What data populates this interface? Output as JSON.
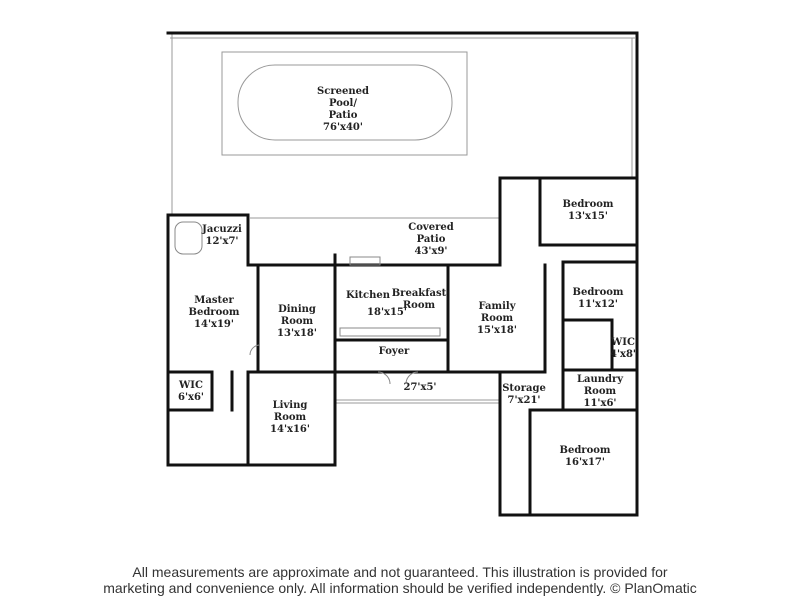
{
  "rooms": {
    "pool": {
      "name": "Screened Pool/ Patio",
      "line1": "Screened",
      "line2": "Pool/",
      "line3": "Patio",
      "size": "76'x40'"
    },
    "jacuzzi": {
      "name": "Jacuzzi",
      "size": "12'x7'"
    },
    "covered_patio": {
      "line1": "Covered",
      "line2": "Patio",
      "size": "43'x9'"
    },
    "master_bedroom": {
      "line1": "Master",
      "line2": "Bedroom",
      "size": "14'x19'"
    },
    "dining_room": {
      "line1": "Dining",
      "line2": "Room",
      "size": "13'x18'"
    },
    "kitchen": {
      "name": "Kitchen"
    },
    "breakfast_room": {
      "line1": "Breakfast",
      "line2": "Room",
      "size": "18'x15'"
    },
    "family_room": {
      "line1": "Family",
      "line2": "Room",
      "size": "15'x18'"
    },
    "foyer": {
      "name": "Foyer"
    },
    "entry": {
      "size": "27'x5'"
    },
    "wic_master": {
      "name": "WIC",
      "size": "6'x6'"
    },
    "living_room": {
      "line1": "Living",
      "line2": "Room",
      "size": "14'x16'"
    },
    "bedroom_top": {
      "name": "Bedroom",
      "size": "13'x15'"
    },
    "bedroom_mid": {
      "name": "Bedroom",
      "size": "11'x12'"
    },
    "wic_right": {
      "name": "WIC",
      "size": "4'x8'"
    },
    "laundry_room": {
      "line1": "Laundry",
      "line2": "Room",
      "size": "11'x6'"
    },
    "storage": {
      "name": "Storage",
      "size": "7'x21'"
    },
    "bedroom_bottom": {
      "name": "Bedroom",
      "size": "16'x17'"
    }
  },
  "footer": {
    "line1": "All measurements are approximate and not guaranteed. This illustration is provided for",
    "line2": "marketing and convenience only. All information should be verified independently. © PlanOmatic"
  }
}
